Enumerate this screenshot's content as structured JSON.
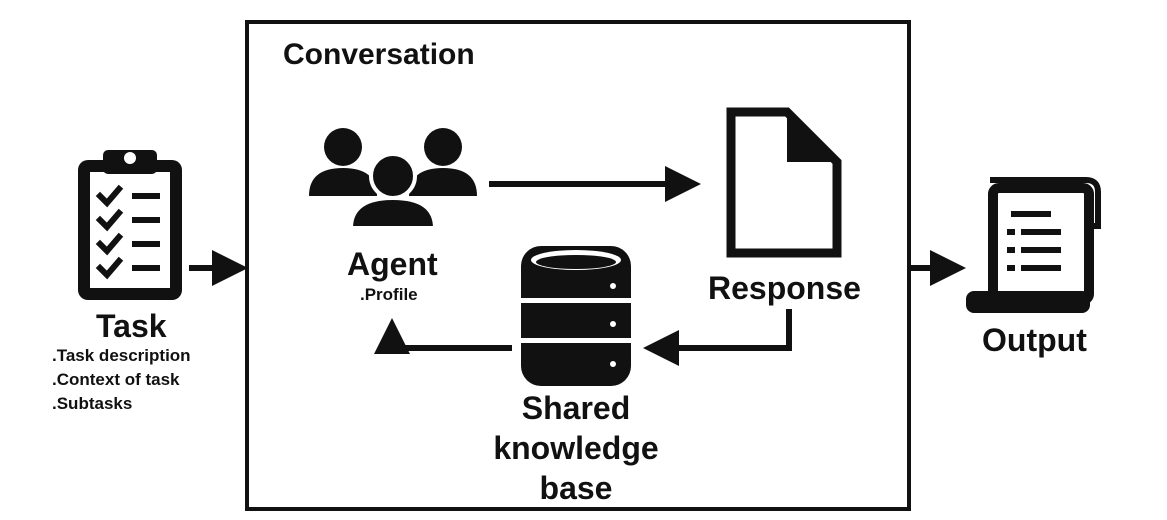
{
  "conversation": {
    "title": "Conversation"
  },
  "task": {
    "label": "Task",
    "items": [
      ".Task description",
      ".Context of task",
      ".Subtasks"
    ],
    "icon": "clipboard-checklist-icon"
  },
  "agent": {
    "label": "Agent",
    "sub": ".Profile",
    "icon": "users-group-icon"
  },
  "response": {
    "label": "Response",
    "icon": "document-icon"
  },
  "knowledge": {
    "line1": "Shared",
    "line2": "knowledge",
    "line3": "base",
    "icon": "database-icon"
  },
  "output": {
    "label": "Output",
    "icon": "scroll-list-icon"
  },
  "colors": {
    "ink": "#111111",
    "background": "#ffffff"
  }
}
